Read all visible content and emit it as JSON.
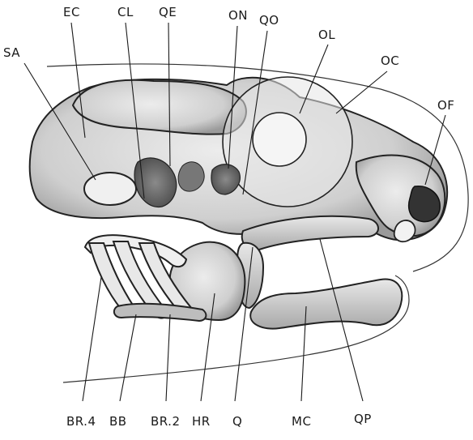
{
  "labels": {
    "ec": "EC",
    "cl": "CL",
    "qe": "QE",
    "on": "ON",
    "qo": "QO",
    "ol": "OL",
    "oc": "OC",
    "sa": "SA",
    "of": "OF",
    "br4": "BR.4",
    "bb": "BB",
    "br2": "BR.2",
    "hr": "HR",
    "q": "Q",
    "mc": "MC",
    "qp": "QP"
  }
}
